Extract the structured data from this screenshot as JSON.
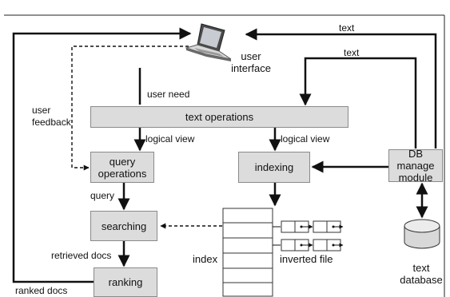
{
  "nodes": {
    "user_interface": "user\ninterface",
    "text_operations": "text operations",
    "query_operations": "query\noperations",
    "indexing": "indexing",
    "db_manager": "DB manage\nmodule",
    "searching": "searching",
    "ranking": "ranking",
    "index": "index",
    "inverted_file": "inverted file",
    "text_database": "text\ndatabase"
  },
  "edges": {
    "text_top": "text",
    "text_mid": "text",
    "user_need": "user need",
    "user_feedback": "user\nfeedback",
    "logical_view_left": "logical view",
    "logical_view_right": "logical view",
    "query": "query",
    "retrieved_docs": "retrieved docs",
    "ranked_docs": "ranked docs"
  },
  "colors": {
    "box_fill": "#dcdcdc",
    "box_border": "#8a8a8a",
    "line": "#111111",
    "database_fill": "#d8d8d8"
  }
}
